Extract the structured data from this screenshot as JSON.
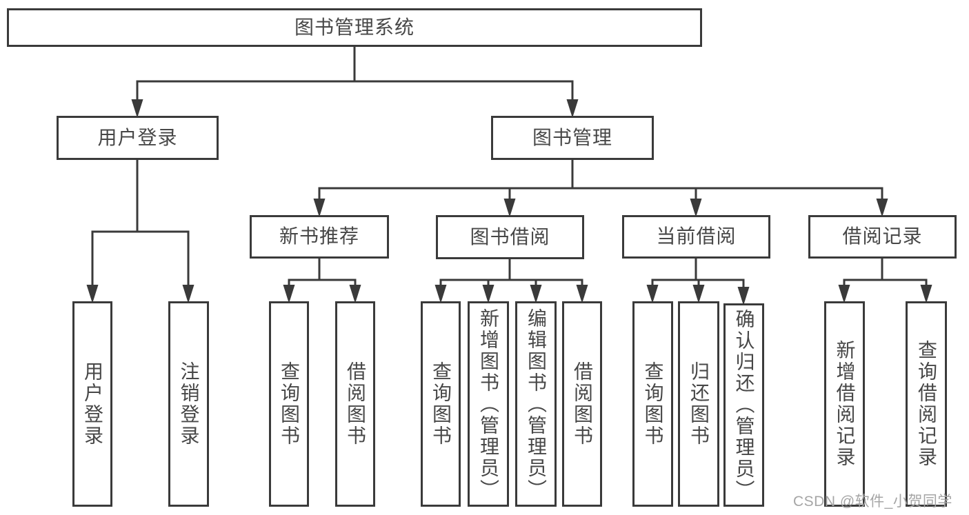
{
  "diagram": {
    "title_node": {
      "label": "图书管理系统"
    },
    "level2": [
      {
        "label": "用户登录"
      },
      {
        "label": "图书管理"
      }
    ],
    "level3": [
      {
        "label": "新书推荐"
      },
      {
        "label": "图书借阅"
      },
      {
        "label": "当前借阅"
      },
      {
        "label": "借阅记录"
      }
    ],
    "leaves": [
      {
        "label": "用户登录"
      },
      {
        "label": "注销登录"
      },
      {
        "label": "查询图书"
      },
      {
        "label": "借阅图书"
      },
      {
        "label": "查询图书"
      },
      {
        "label": "新增图书（管理员）"
      },
      {
        "label": "编辑图书（管理员）"
      },
      {
        "label": "借阅图书"
      },
      {
        "label": "查询图书"
      },
      {
        "label": "归还图书"
      },
      {
        "label": "确认归还（管理员）"
      },
      {
        "label": "新增借阅记录"
      },
      {
        "label": "查询借阅记录"
      }
    ]
  },
  "watermark": {
    "text": "CSDN @软件_小贺同学",
    "color": "#a5a5a5"
  },
  "colors": {
    "line": "#3a3a3a",
    "text": "#474747",
    "background": "#ffffff"
  }
}
